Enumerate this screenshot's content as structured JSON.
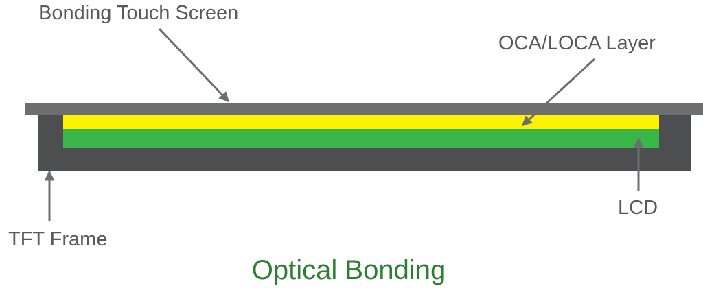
{
  "diagram": {
    "title": "Optical Bonding",
    "labels": {
      "touch_screen": "Bonding Touch Screen",
      "oca_layer": "OCA/LOCA Layer",
      "lcd": "LCD",
      "tft_frame": "TFT Frame"
    },
    "colors": {
      "touch_screen": "#6d6e70",
      "tft_frame": "#4d4e4f",
      "oca_layer": "#fff200",
      "lcd": "#39b54a",
      "arrow": "#6d6e70",
      "label_text": "#58595b",
      "title_text": "#2e7d32"
    }
  }
}
